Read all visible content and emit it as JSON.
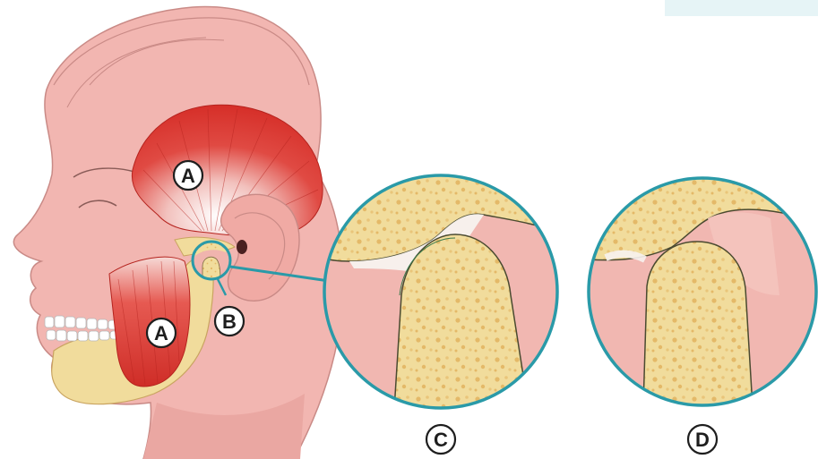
{
  "labels": {
    "muscle_temporalis": "A",
    "muscle_masseter": "A",
    "joint": "B",
    "closeup_1": "C",
    "closeup_2": "D"
  },
  "colors": {
    "skin": "#f2b6b1",
    "skin_dark": "#e49a95",
    "muscle": "#d8332c",
    "bone": "#f1dc9c",
    "bone_spots": "#e4b968",
    "cartilage": "#fbe3e0",
    "ring": "#2a9aa8",
    "label_stroke": "#1e1e1e"
  }
}
